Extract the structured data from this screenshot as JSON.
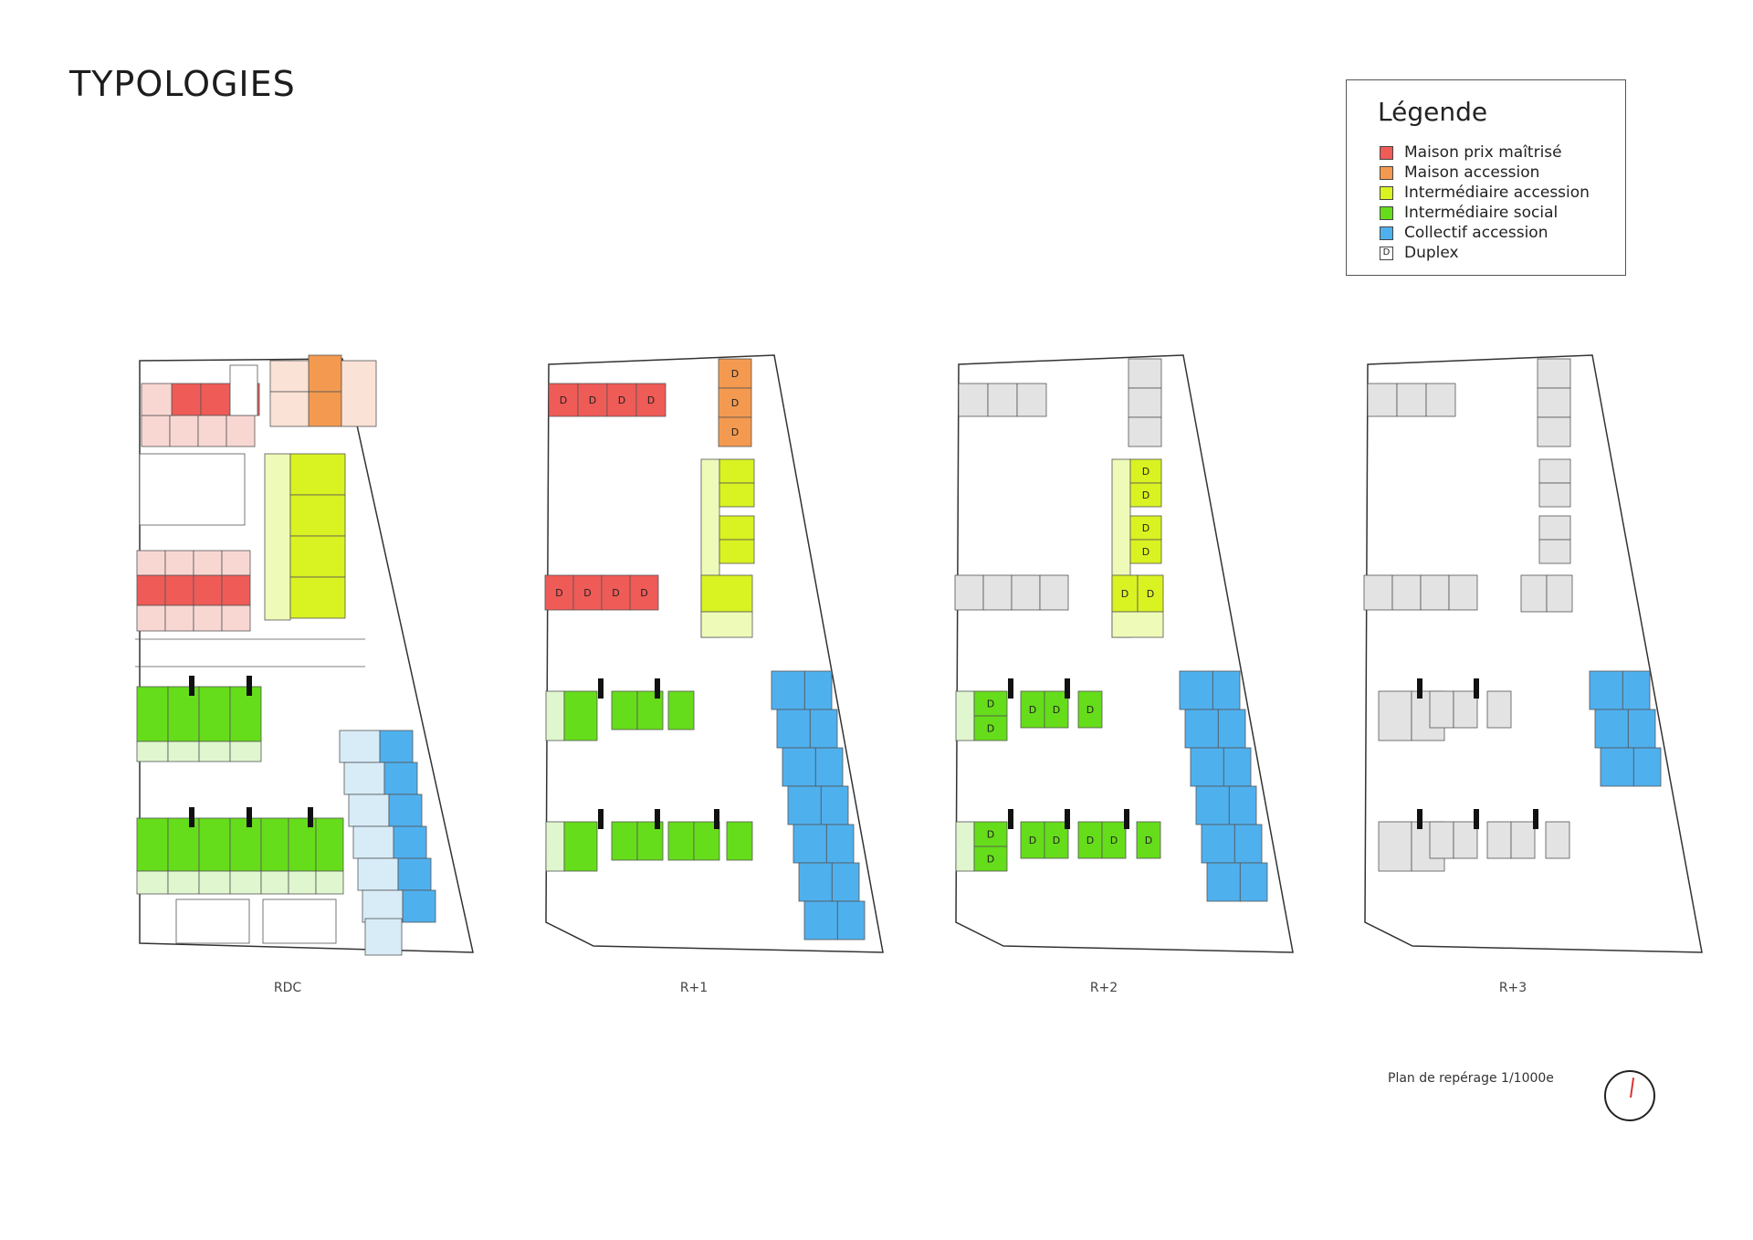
{
  "title": "TYPOLOGIES",
  "legend": {
    "title": "Légende",
    "items": [
      {
        "label": "Maison prix maîtrisé",
        "color": "#ef5b57",
        "mark": ""
      },
      {
        "label": "Maison accession",
        "color": "#f39a50",
        "mark": ""
      },
      {
        "label": "Intermédiaire accession",
        "color": "#d9f222",
        "mark": ""
      },
      {
        "label": "Intermédiaire social",
        "color": "#66dd1a",
        "mark": ""
      },
      {
        "label": "Collectif accession",
        "color": "#4fb0ee",
        "mark": ""
      },
      {
        "label": "Duplex",
        "color": "#ffffff",
        "mark": "D"
      }
    ]
  },
  "plans": [
    {
      "label": "RDC"
    },
    {
      "label": "R+1"
    },
    {
      "label": "R+2"
    },
    {
      "label": "R+3"
    }
  ],
  "duplex_mark": "D",
  "scale_note": "Plan de repérage 1/1000e",
  "colors": {
    "maison_prix_maitrise": "#ef5b57",
    "maison_prix_maitrise_light": "#f8d7d3",
    "maison_accession": "#f39a50",
    "maison_accession_light": "#fbe2d6",
    "intermediaire_accession": "#d9f222",
    "intermediaire_accession_light": "#eefbb8",
    "intermediaire_social": "#66dd1a",
    "intermediaire_social_light": "#dff6cf",
    "collectif_accession": "#4fb0ee",
    "collectif_accession_light": "#d8ecf8",
    "inactive": "#e3e3e3"
  }
}
